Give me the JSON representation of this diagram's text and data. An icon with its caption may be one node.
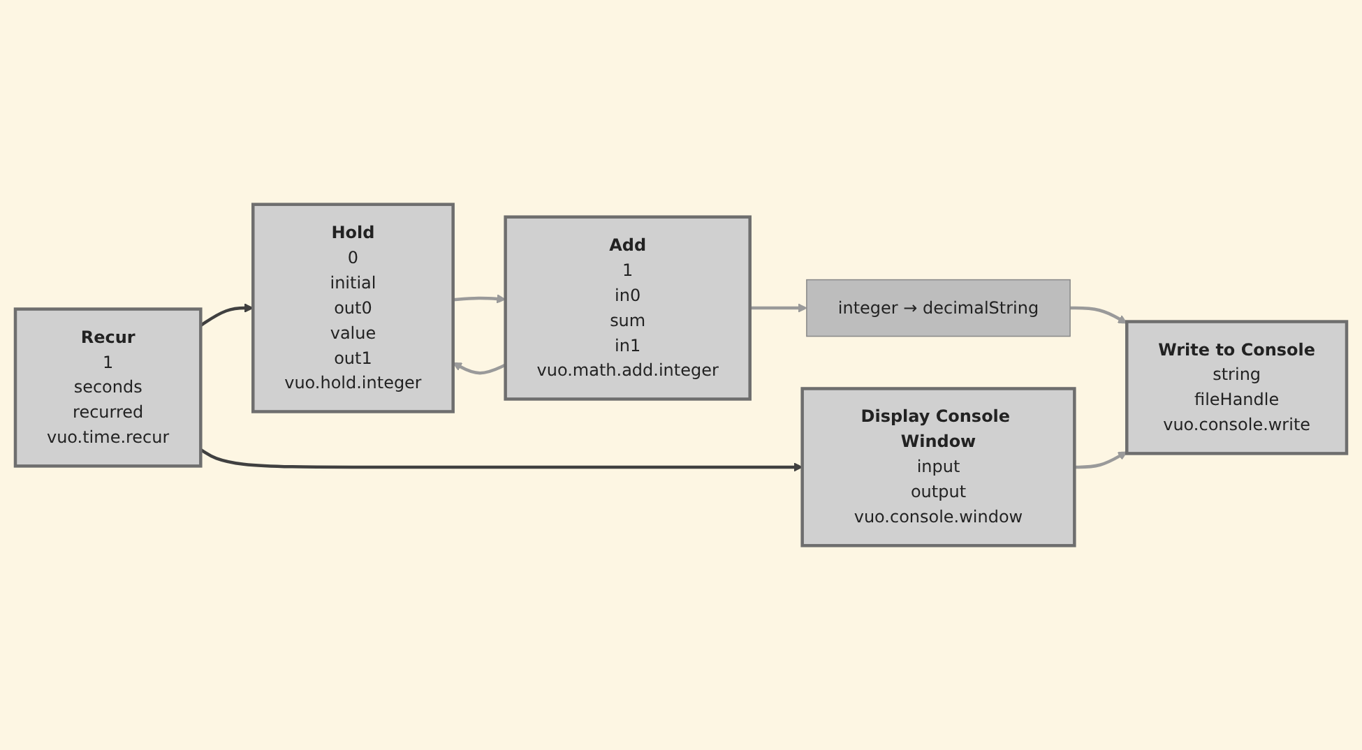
{
  "diagram": {
    "nodes": [
      {
        "text": [
          "Recur",
          "1",
          "seconds",
          "recurred",
          "vuo.time.recur"
        ]
      },
      {
        "text": [
          "Hold",
          "0",
          "initial",
          "out0",
          "value",
          "out1",
          "vuo.hold.integer"
        ]
      },
      {
        "text": [
          "Add",
          "1",
          "in0",
          "sum",
          "in1",
          "vuo.math.add.integer"
        ]
      },
      {
        "text": [
          "integer → decimalString"
        ]
      },
      {
        "text": [
          "Write to Console",
          "string",
          "fileHandle",
          "vuo.console.write"
        ]
      },
      {
        "text": [
          "Display Console Window",
          "input",
          "output",
          "vuo.console.window"
        ]
      }
    ],
    "edges": [
      {
        "from": 0,
        "to": 1,
        "arrow": "to",
        "color": "#404040"
      },
      {
        "from": 0,
        "to": 5,
        "arrow": "to",
        "color": "#404040"
      },
      {
        "from": 1,
        "to": 2,
        "arrow": "to"
      },
      {
        "from": 2,
        "to": 1,
        "arrow": "to"
      },
      {
        "from": 2,
        "to": 3,
        "arrow": "to"
      },
      {
        "from": 3,
        "to": 4,
        "arrow": "to"
      },
      {
        "from": 5,
        "to": 4,
        "arrow": "to"
      }
    ]
  }
}
